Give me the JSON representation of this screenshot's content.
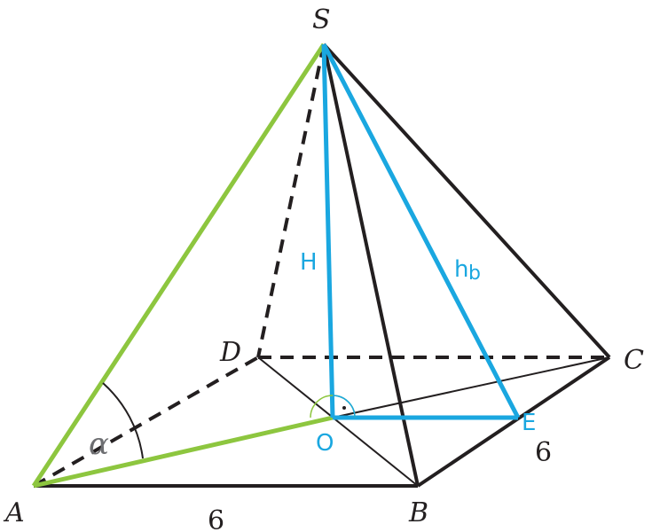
{
  "vertices": {
    "S": "S",
    "A": "A",
    "B": "B",
    "C": "C",
    "D": "D",
    "O": "O",
    "E": "E"
  },
  "labels": {
    "height": "H",
    "apothem": "h",
    "apothem_sub": "b",
    "angle": "α",
    "side_ab": "6",
    "side_bc": "6"
  },
  "colors": {
    "edge": "#231f20",
    "highlight_green": "#8dc63f",
    "highlight_blue": "#1aa7e0",
    "angle_label": "#6d6e71"
  }
}
